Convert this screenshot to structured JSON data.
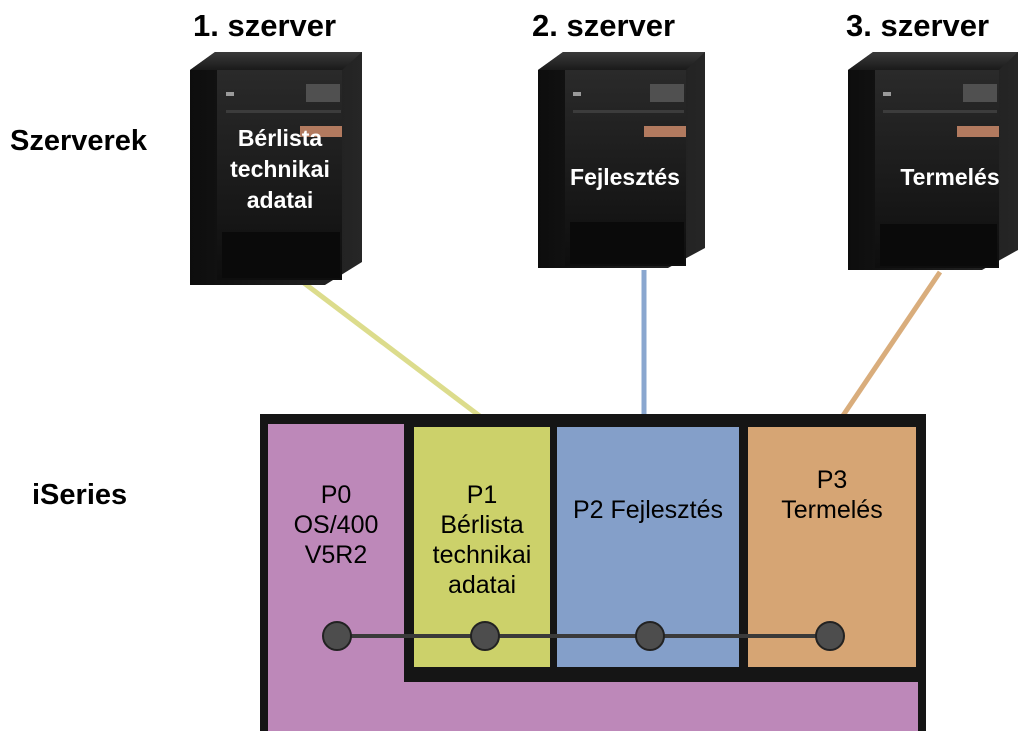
{
  "servers": [
    {
      "title": "1. szerver",
      "label": "Bérlista\ntechnikai\nadatai",
      "cable_color": "#dcdc8c"
    },
    {
      "title": "2. szerver",
      "label": "Fejlesztés",
      "cable_color": "#8aa7cf"
    },
    {
      "title": "3. szerver",
      "label": "Termelés",
      "cable_color": "#d9ad7c"
    }
  ],
  "rows": {
    "servers_label": "Szerverek",
    "system_label": "iSeries"
  },
  "partitions": [
    {
      "label": "P0\nOS/400\nV5R2",
      "color": "#bd88b9"
    },
    {
      "label": "P1\nBérlista\ntechnikai\nadatai",
      "color": "#ccd16a"
    },
    {
      "label": "P2 Fejlesztés",
      "color": "#849fc9"
    },
    {
      "label": "P3\nTermelés",
      "color": "#d6a574"
    }
  ],
  "colors": {
    "frame": "#151515",
    "tower_body": "#1e1e1e",
    "bus_node": "#4d4d4d"
  }
}
